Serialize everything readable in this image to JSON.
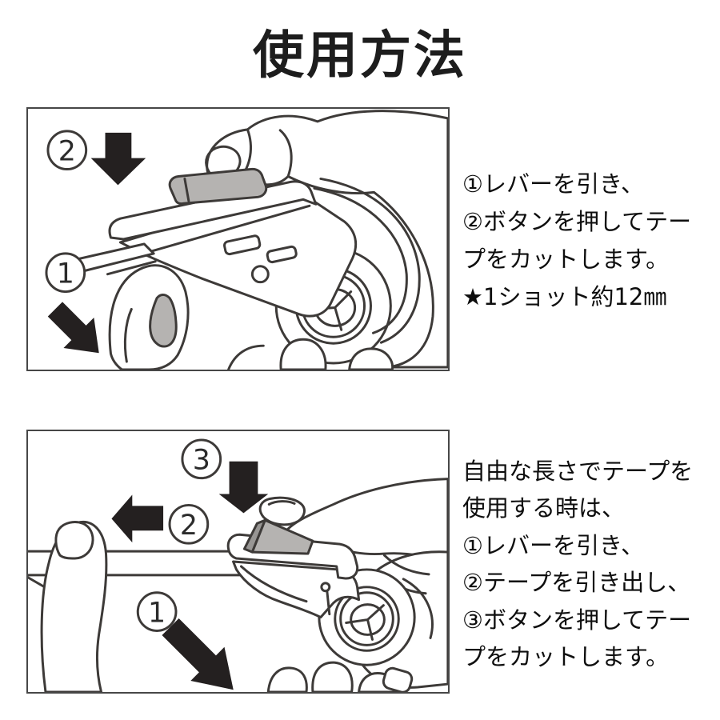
{
  "title": "使用方法",
  "palette": {
    "background": "#ffffff",
    "line_ink": "#3d3a38",
    "arrow_black": "#242020",
    "part_gray": "#b5b3b1",
    "part_gray_dark": "#989694",
    "box_border": "#474747",
    "text_black": "#111111"
  },
  "figure1": {
    "step_labels": [
      "1",
      "2"
    ],
    "caption_lines": [
      "①レバーを引き、",
      "②ボタンを押してテー",
      "プをカットします。",
      "★1ショット約12㎜"
    ]
  },
  "figure2": {
    "step_labels": [
      "1",
      "2",
      "3"
    ],
    "caption_lines": [
      "自由な長さでテープを",
      "使用する時は、",
      "①レバーを引き、",
      "②テープを引き出し、",
      "③ボタンを押してテー",
      "プをカットします。"
    ]
  }
}
